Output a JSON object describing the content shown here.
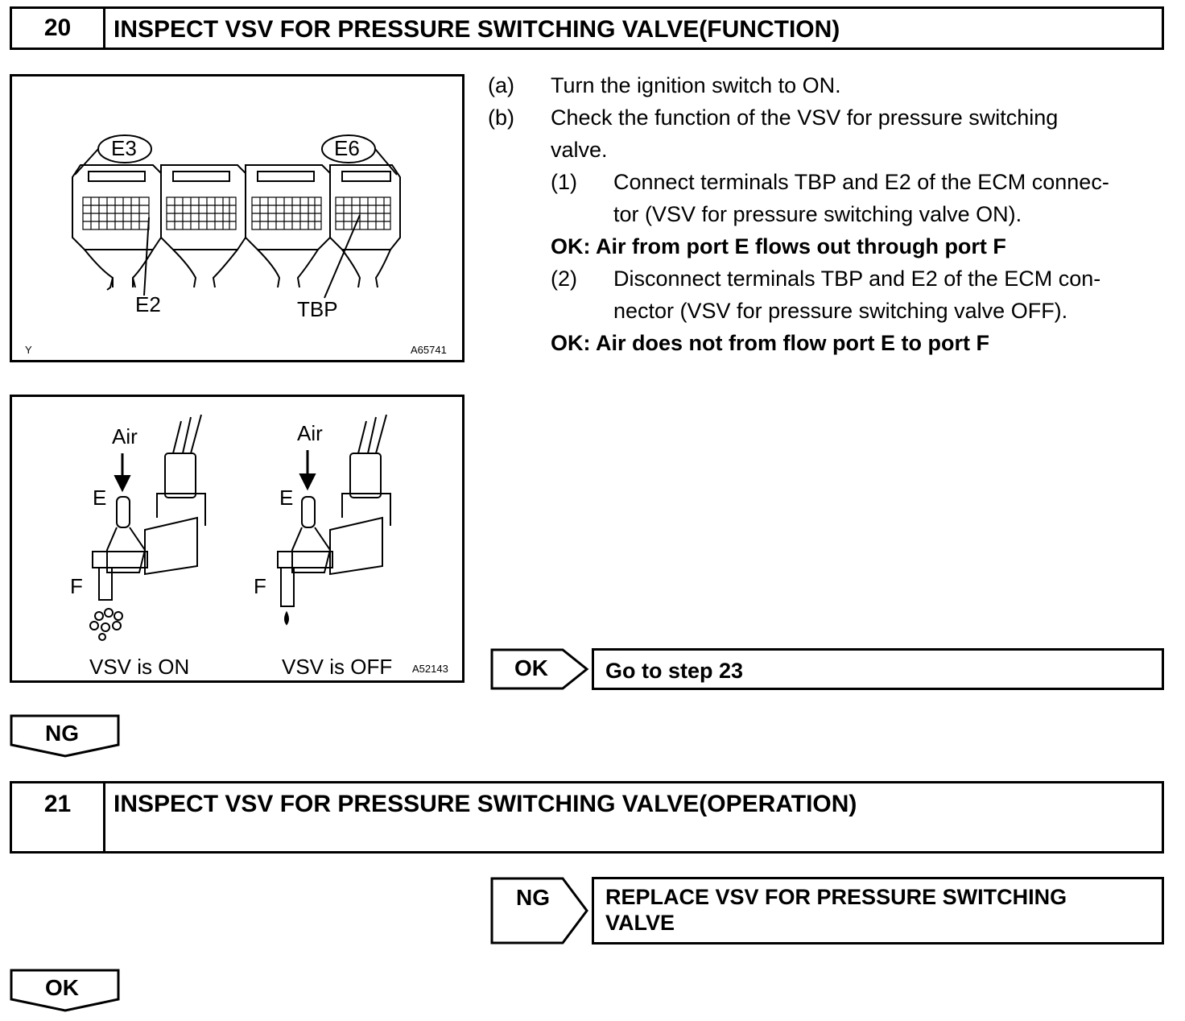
{
  "step20": {
    "number": "20",
    "title": "INSPECT VSV FOR PRESSURE SWITCHING VALVE(FUNCTION)"
  },
  "figure1": {
    "connector_left": "E3",
    "connector_right": "E6",
    "terminal_e2": "E2",
    "terminal_tbp": "TBP",
    "corner_mark": "Y",
    "figure_code": "A65741"
  },
  "figure2": {
    "air_left": "Air",
    "air_right": "Air",
    "port_e_left": "E",
    "port_e_right": "E",
    "port_f_left": "F",
    "port_f_right": "F",
    "caption_on": "VSV is ON",
    "caption_off": "VSV is OFF",
    "figure_code": "A52143"
  },
  "instructions": {
    "a_marker": "(a)",
    "a_text": "Turn the ignition switch to ON.",
    "b_marker": "(b)",
    "b_line1": "Check  the  function  of  the  VSV  for  pressure  switching",
    "b_line2": "valve.",
    "s1_marker": "(1)",
    "s1_line1": "Connect terminals TBP and E2 of the ECM connec-",
    "s1_line2": "tor (VSV for pressure switching valve ON).",
    "ok1": "OK: Air from port E flows out through port F",
    "s2_marker": "(2)",
    "s2_line1": "Disconnect terminals TBP and E2 of the ECM con-",
    "s2_line2": "nector (VSV for pressure switching valve OFF).",
    "ok2": "OK: Air does not from flow port E to port F"
  },
  "result_ok_20": {
    "label": "OK",
    "action": "Go to step 23"
  },
  "ng_arrow_20": {
    "label": "NG"
  },
  "step21": {
    "number": "21",
    "title": "INSPECT VSV FOR PRESSURE SWITCHING VALVE(OPERATION)"
  },
  "result_ng_21": {
    "label": "NG",
    "action_line1": "REPLACE  VSV  FOR  PRESSURE  SWITCHING",
    "action_line2": "VALVE"
  },
  "ok_arrow_21": {
    "label": "OK"
  }
}
